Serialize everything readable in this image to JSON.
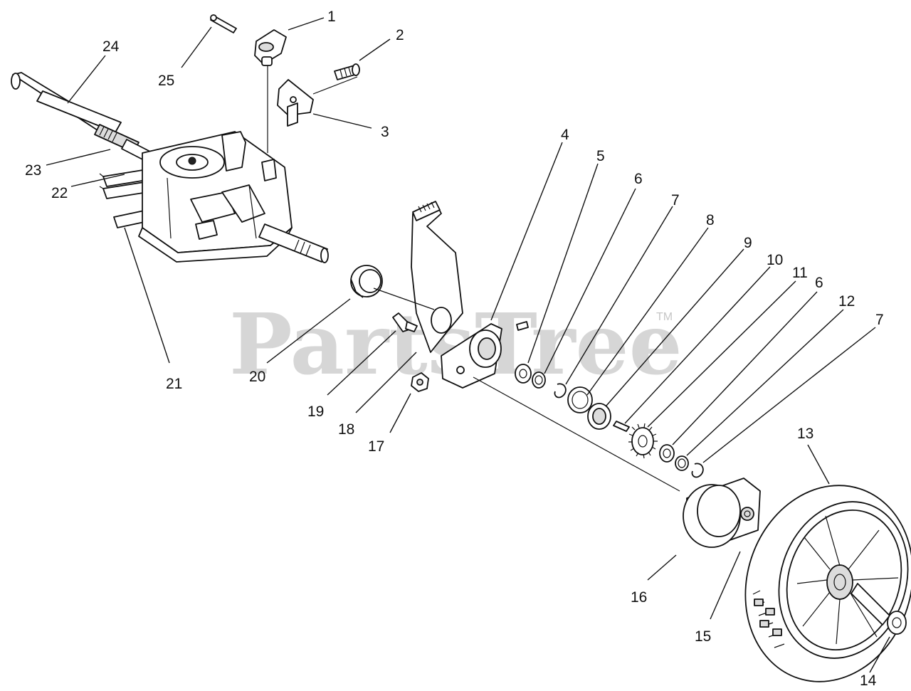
{
  "watermark": {
    "text": "PartsTree",
    "trademark": "TM"
  },
  "callouts": [
    "1",
    "2",
    "3",
    "4",
    "5",
    "6",
    "7",
    "8",
    "9",
    "10",
    "11",
    "6",
    "12",
    "7",
    "13",
    "14",
    "15",
    "16",
    "17",
    "18",
    "19",
    "20",
    "21",
    "22",
    "23",
    "24",
    "25"
  ]
}
